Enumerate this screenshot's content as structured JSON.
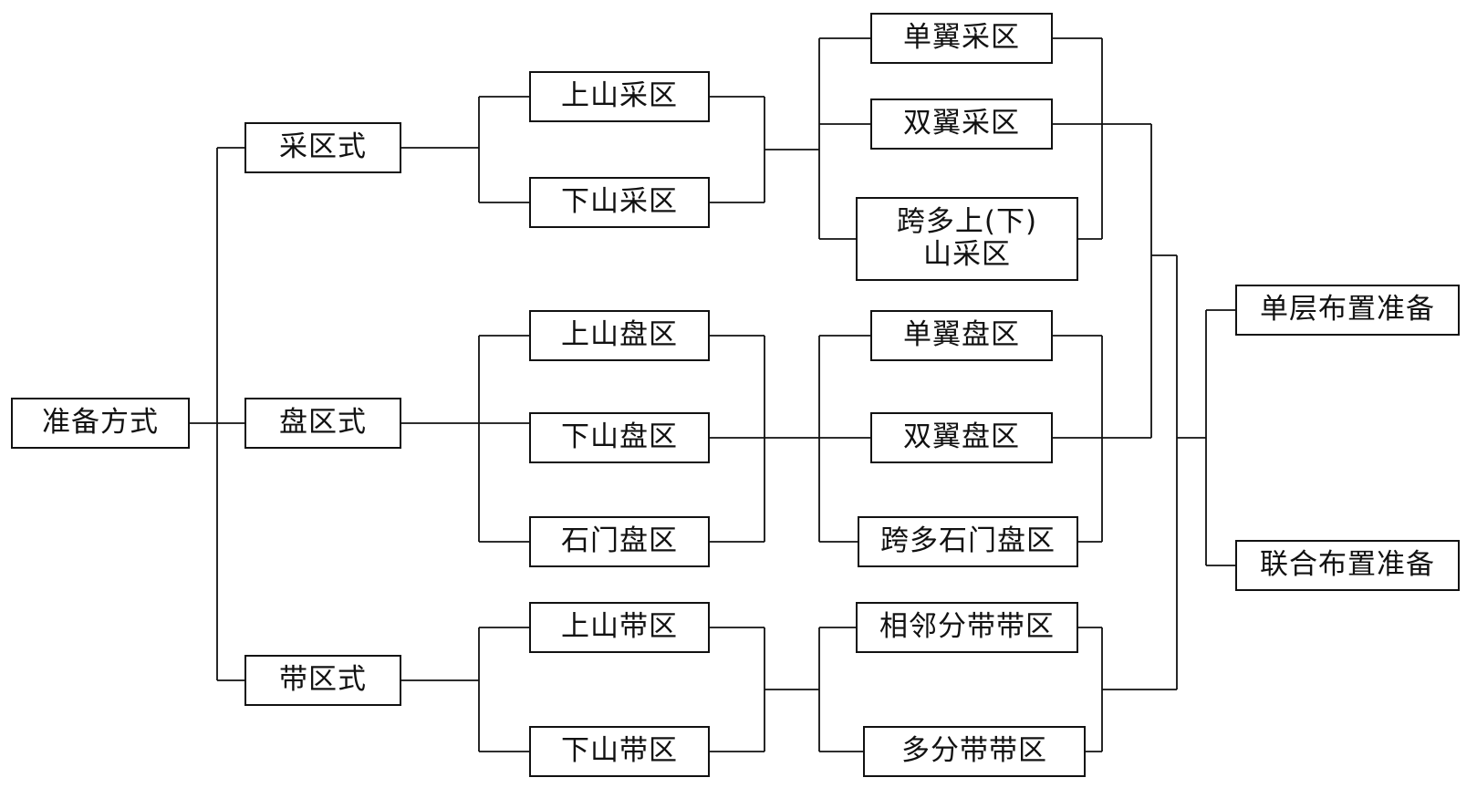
{
  "diagram": {
    "root": "准备方式",
    "level1": {
      "caiqu": "采区式",
      "panqu": "盘区式",
      "daiqu": "带区式"
    },
    "level2": {
      "shangshan_caiqu": "上山采区",
      "xiashan_caiqu": "下山采区",
      "shangshan_panqu": "上山盘区",
      "xiashan_panqu": "下山盘区",
      "shimen_panqu": "石门盘区",
      "shangshan_daiqu": "上山带区",
      "xiashan_daiqu": "下山带区"
    },
    "level3": {
      "danyi_caiqu": "单翼采区",
      "shuangyi_caiqu": "双翼采区",
      "kuaduo_caiqu_line1": "跨多上(下)",
      "kuaduo_caiqu_line2": "山采区",
      "danyi_panqu": "单翼盘区",
      "shuangyi_panqu": "双翼盘区",
      "kuaduo_shimen_panqu": "跨多石门盘区",
      "xianglin_fendai_daiqu": "相邻分带带区",
      "duofendai_daiqu": "多分带带区"
    },
    "level4": {
      "dance_buzhi": "单层布置准备",
      "lianhe_buzhi": "联合布置准备"
    }
  }
}
